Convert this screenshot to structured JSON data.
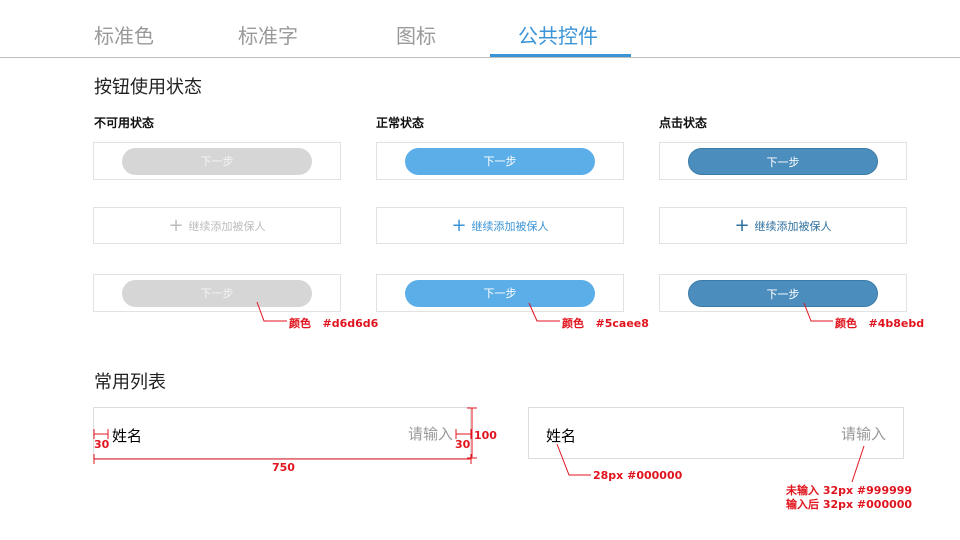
{
  "tabs": [
    {
      "label": "标准色"
    },
    {
      "label": "标准字"
    },
    {
      "label": "图标"
    },
    {
      "label": "公共控件"
    }
  ],
  "buttons_section": {
    "title": "按钮使用状态",
    "columns": [
      {
        "title": "不可用状态",
        "state": "disabled"
      },
      {
        "title": "正常状态",
        "state": "normal"
      },
      {
        "title": "点击状态",
        "state": "pressed"
      }
    ],
    "next_label": "下一步",
    "add_label": "继续添加被保人",
    "plus_symbol": "+",
    "color_notes": [
      {
        "label": "颜色",
        "hex": "#d6d6d6"
      },
      {
        "label": "颜色",
        "hex": "#5caee8"
      },
      {
        "label": "颜色",
        "hex": "#4b8ebd"
      }
    ]
  },
  "list_section": {
    "title": "常用列表",
    "row_label": "姓名",
    "row_placeholder": "请输入",
    "dimensions": {
      "left_padding": "30",
      "right_padding": "30",
      "height": "100",
      "width": "750"
    },
    "notes": {
      "label_spec": "28px #000000",
      "placeholder_spec": "未输入 32px #999999",
      "filled_spec": "输入后 32px #000000"
    }
  },
  "colors": {
    "accent": "#3b94d6",
    "disabled": "#d6d6d6",
    "normal": "#5caee8",
    "pressed": "#4b8ebd",
    "annotation": "#e0141e"
  }
}
